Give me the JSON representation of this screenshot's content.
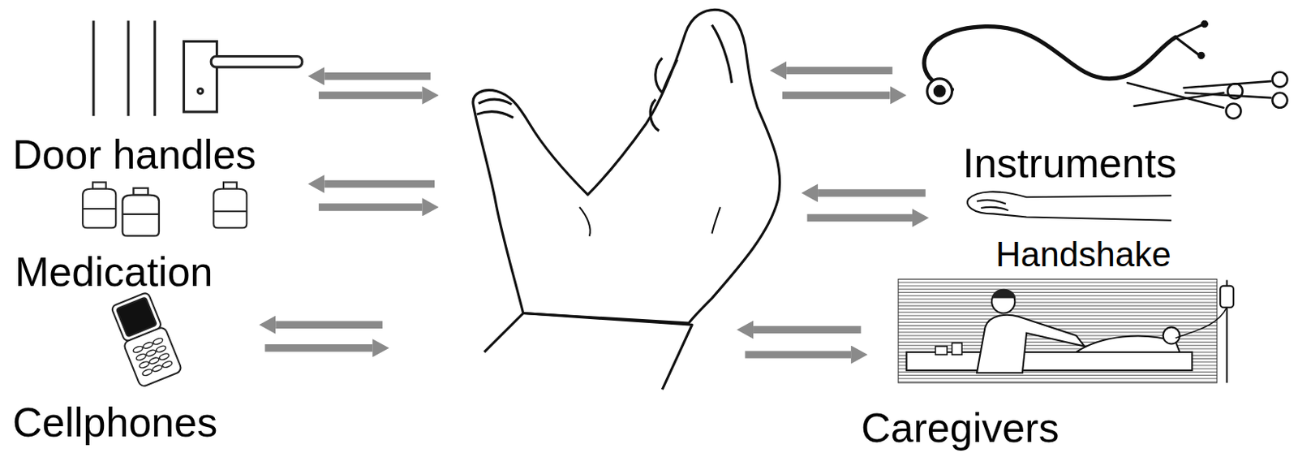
{
  "diagram": {
    "labels": [
      "Door handles",
      "Medication",
      "Cellphones",
      "Instruments",
      "Handshake",
      "Caregivers"
    ]
  }
}
